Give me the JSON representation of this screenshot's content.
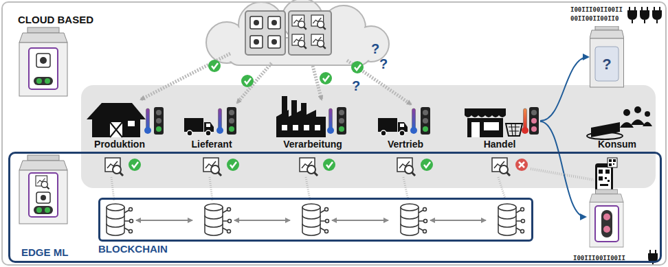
{
  "diagram": {
    "nodes": [
      {
        "text": [
          "CLOUD BASED"
        ]
      },
      {
        "text": [
          "EDGE ML"
        ],
        "in": 0
      },
      {
        "text": [
          "BLOCKCHAIN"
        ],
        "in": 1
      },
      {
        "text": [
          "Produktion"
        ],
        "in": 0
      },
      {
        "text": [
          "Lieferant"
        ],
        "in": 0
      },
      {
        "text": [
          "Verarbeitung"
        ],
        "in": 0
      },
      {
        "text": [
          "Vertrieb"
        ],
        "in": 0
      },
      {
        "text": [
          "Handel"
        ],
        "in": 0
      },
      {
        "text": [
          "Konsum"
        ],
        "in": 0
      },
      {
        "text": [
          "?"
        ],
        "in": 0
      }
    ],
    "edges": [
      {
        "from": 7,
        "to": 9,
        "arrow": "to"
      }
    ],
    "labels": [
      "?",
      "?",
      "?",
      "I00III00II00II",
      "00II00II00II0",
      "I00III00II00II"
    ]
  }
}
